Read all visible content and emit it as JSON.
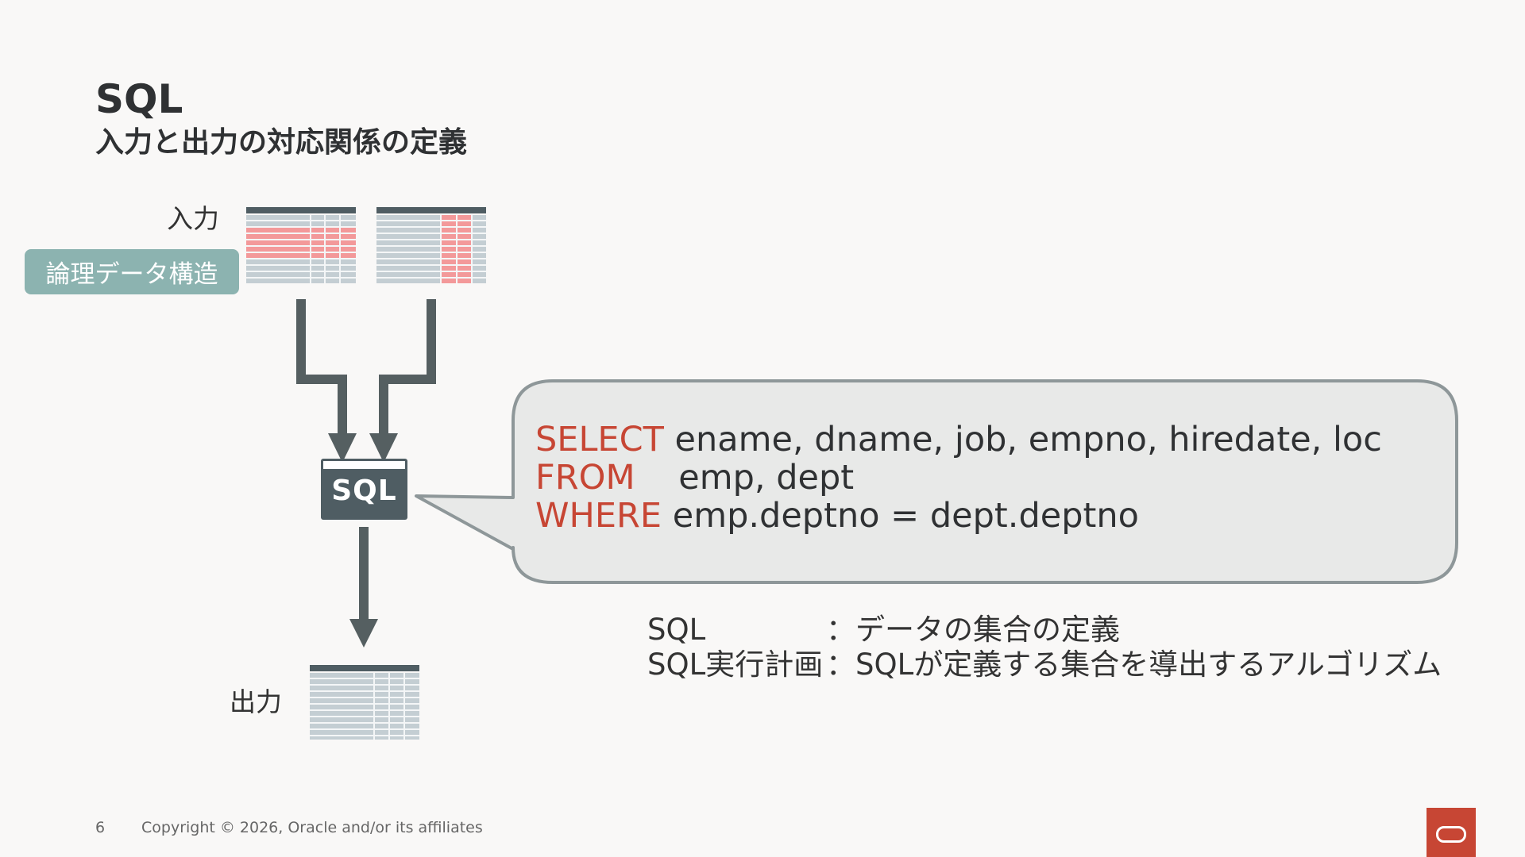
{
  "slide": {
    "title": "SQL",
    "subtitle": "入力と出力の対応関係の定義"
  },
  "diagram": {
    "input_label": "入力",
    "output_label": "出力",
    "logical_structure_label": "論理データ構造",
    "sql_box_label": "SQL"
  },
  "query": {
    "select_keyword": "SELECT",
    "select_columns": " ename, dname, job, empno, hiredate, loc",
    "from_keyword": "FROM",
    "from_tables": "    emp, dept",
    "where_keyword": "WHERE",
    "where_condition": " emp.deptno = dept.deptno"
  },
  "definitions": [
    {
      "term": "SQL",
      "description": "：データの集合の定義"
    },
    {
      "term": "SQL実行計画",
      "description": "：SQLが定義する集合を導出するアルゴリズム"
    }
  ],
  "footer": {
    "page_number": "6",
    "copyright": "Copyright © 2026, Oracle and/or its affiliates"
  },
  "colors": {
    "accent_red": "#c74634",
    "table_gray": "#c4ced3",
    "highlight_pink": "#f3999a",
    "arrow_dark": "#555f61",
    "badge_teal": "#8cb3b0"
  }
}
